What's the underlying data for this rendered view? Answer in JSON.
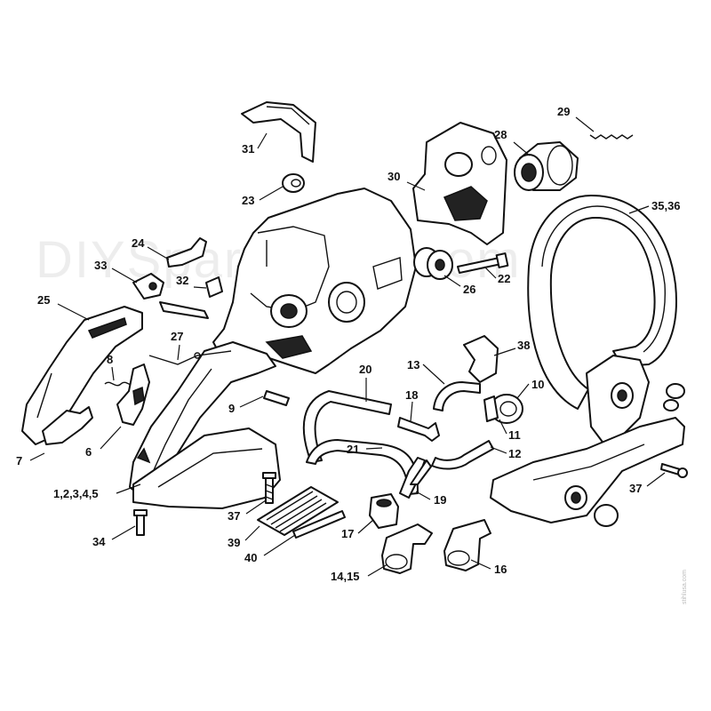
{
  "watermark": "DIYSpareParts.com",
  "credit": "stihlusa.com",
  "labels": [
    "1,2,3,4,5",
    "6",
    "7",
    "8",
    "9",
    "10",
    "11",
    "12",
    "13",
    "14,15",
    "16",
    "17",
    "18",
    "19",
    "20",
    "21",
    "22",
    "23",
    "24",
    "25",
    "26",
    "27",
    "28",
    "29",
    "30",
    "31",
    "32",
    "33",
    "34",
    "35,36",
    "37",
    "38",
    "39",
    "40",
    "37"
  ]
}
